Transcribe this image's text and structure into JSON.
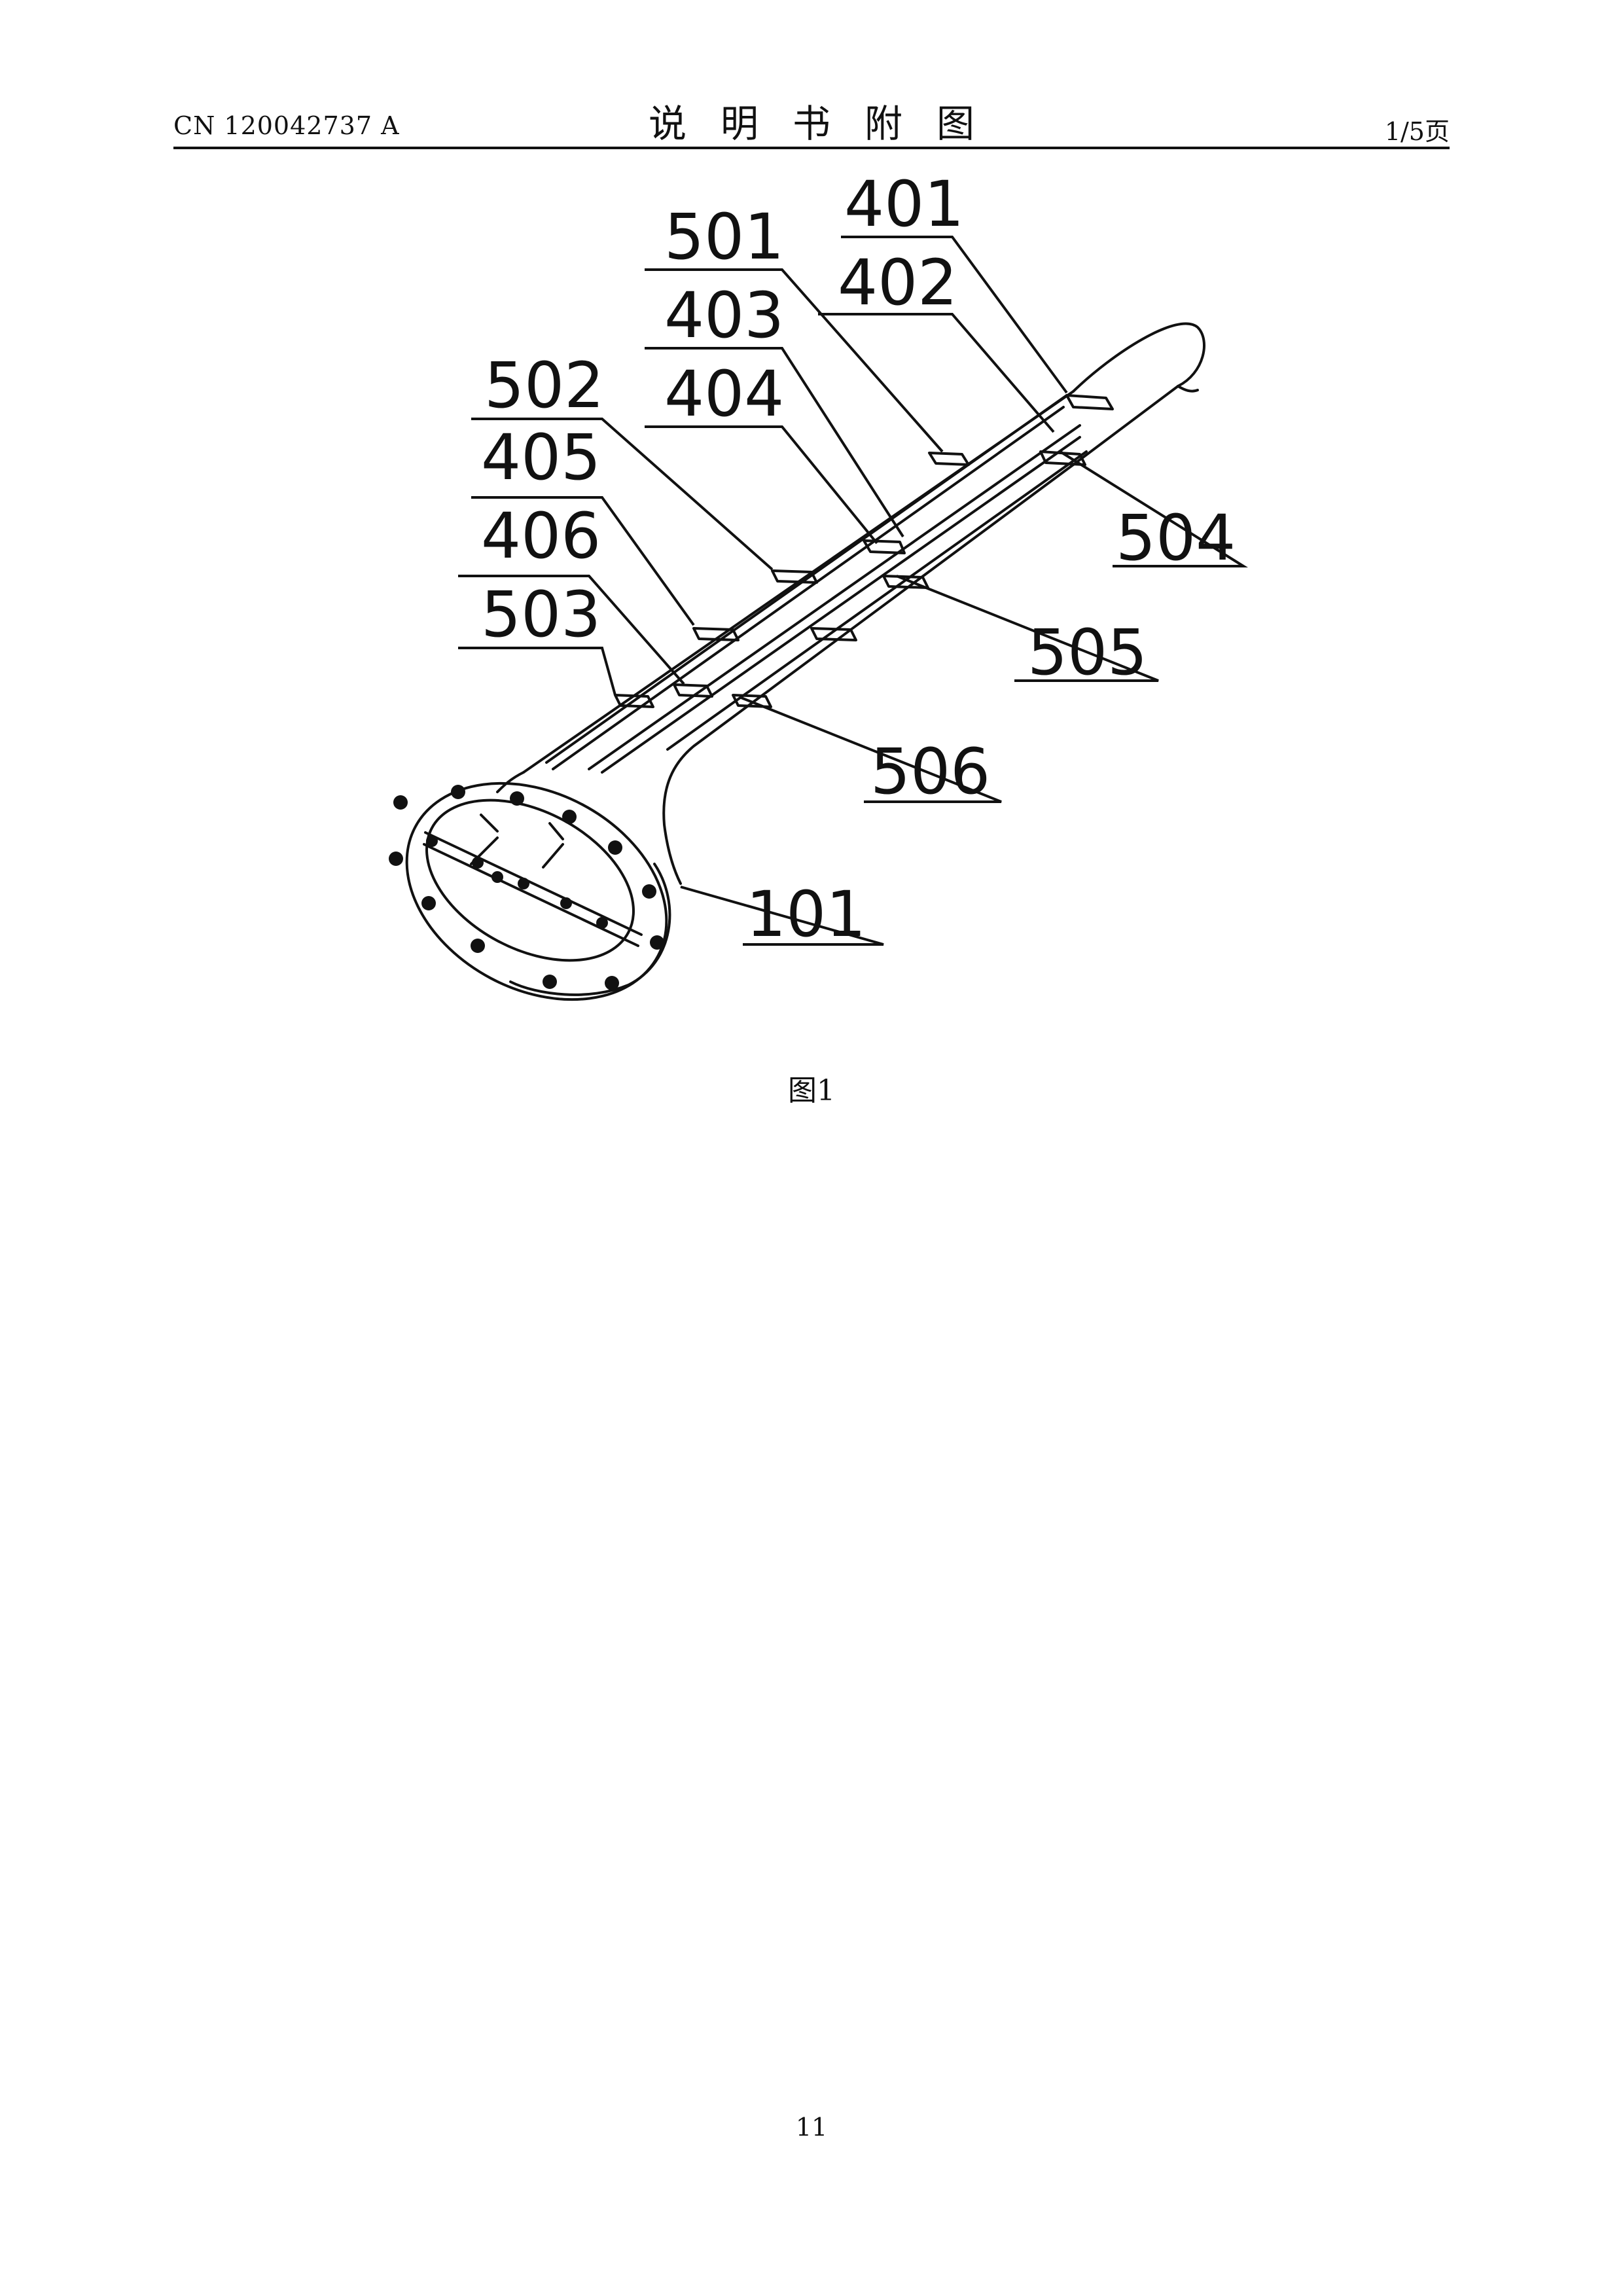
{
  "header": {
    "pub_number": "CN 120042737 A",
    "title": "说明书附图",
    "page_of": "1/5页"
  },
  "figure": {
    "caption": "图1",
    "callouts": {
      "c401": "401",
      "c402": "402",
      "c403": "403",
      "c404": "404",
      "c405": "405",
      "c406": "406",
      "c501": "501",
      "c502": "502",
      "c503": "503",
      "c504": "504",
      "c505": "505",
      "c506": "506",
      "c101": "101"
    }
  },
  "footer": {
    "page_number": "11"
  }
}
